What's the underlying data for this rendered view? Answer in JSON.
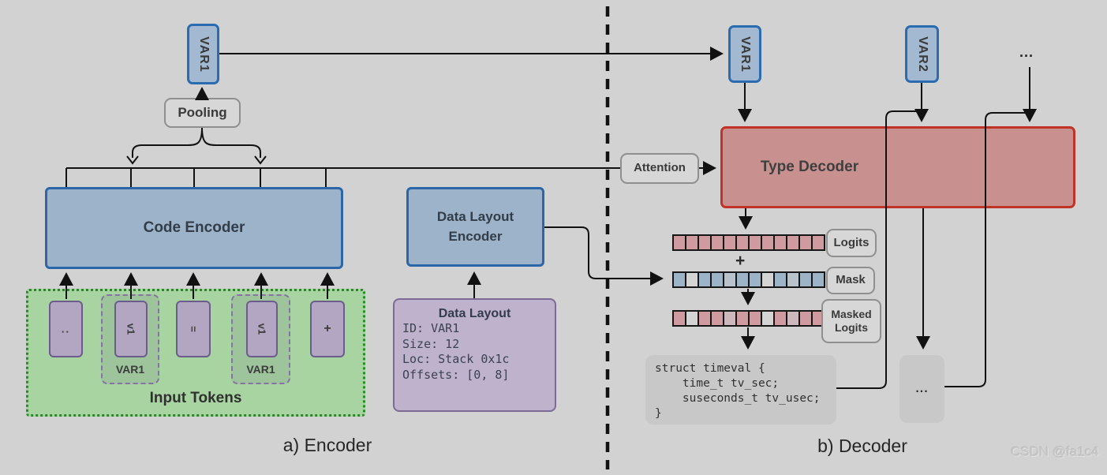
{
  "figure": {
    "encoder": {
      "caption": "a) Encoder",
      "var_box": "VAR1",
      "pooling": "Pooling",
      "code_encoder": "Code Encoder",
      "input_tokens_label": "Input Tokens",
      "tokens": [
        "..",
        "v1",
        "=",
        "v1",
        "+"
      ],
      "var_groups": [
        "VAR1",
        "VAR1"
      ],
      "data_layout_encoder_lines": [
        "Data Layout",
        "Encoder"
      ],
      "data_layout": {
        "title": "Data Layout",
        "lines": [
          "ID: VAR1",
          "Size: 12",
          "Loc: Stack 0x1c",
          "Offsets: [0, 8]"
        ]
      }
    },
    "decoder": {
      "caption": "b) Decoder",
      "attention": "Attention",
      "type_decoder": "Type Decoder",
      "var1": "VAR1",
      "var2": "VAR2",
      "more_inputs": "...",
      "plus": "+",
      "row_labels": {
        "logits": "Logits",
        "mask": "Mask",
        "masked": "Masked Logits"
      },
      "rows": {
        "logits": [
          "pink",
          "pink",
          "pink",
          "pink",
          "pink",
          "pink",
          "pink",
          "pink",
          "pink",
          "pink",
          "pink",
          "pink"
        ],
        "mask": [
          "blue",
          "light",
          "blue",
          "blue",
          "midblue",
          "blue",
          "blue",
          "light",
          "blue",
          "midblue",
          "blue",
          "blue"
        ],
        "masked": [
          "pink",
          "light",
          "pink",
          "pink",
          "midpink",
          "pink",
          "pink",
          "light",
          "pink",
          "midpink",
          "pink",
          "pink"
        ]
      },
      "struct_code": "struct timeval {\n    time_t tv_sec;\n    suseconds_t tv_usec;\n}",
      "more_outputs": "..."
    },
    "watermark": "CSDN @fa1c4",
    "colors": {
      "background": "#d2d2d2",
      "blue_fill": "#9cb3ca",
      "blue_border": "#2b66a8",
      "red_fill": "#c99090",
      "red_border": "#c13327",
      "green_fill": "#a7d4a1",
      "green_border": "#238c23",
      "purple_fill": "#bfb2cc",
      "purple_border": "#7d6b96",
      "token_fill": "#b2a6c2",
      "token_border": "#6c5c8c",
      "cells": {
        "pink": "#cf9aa0",
        "blue": "#9db4c8",
        "light": "#d4d4d4",
        "midblue": "#b7c2cc",
        "midpink": "#cdb9bd"
      }
    }
  }
}
